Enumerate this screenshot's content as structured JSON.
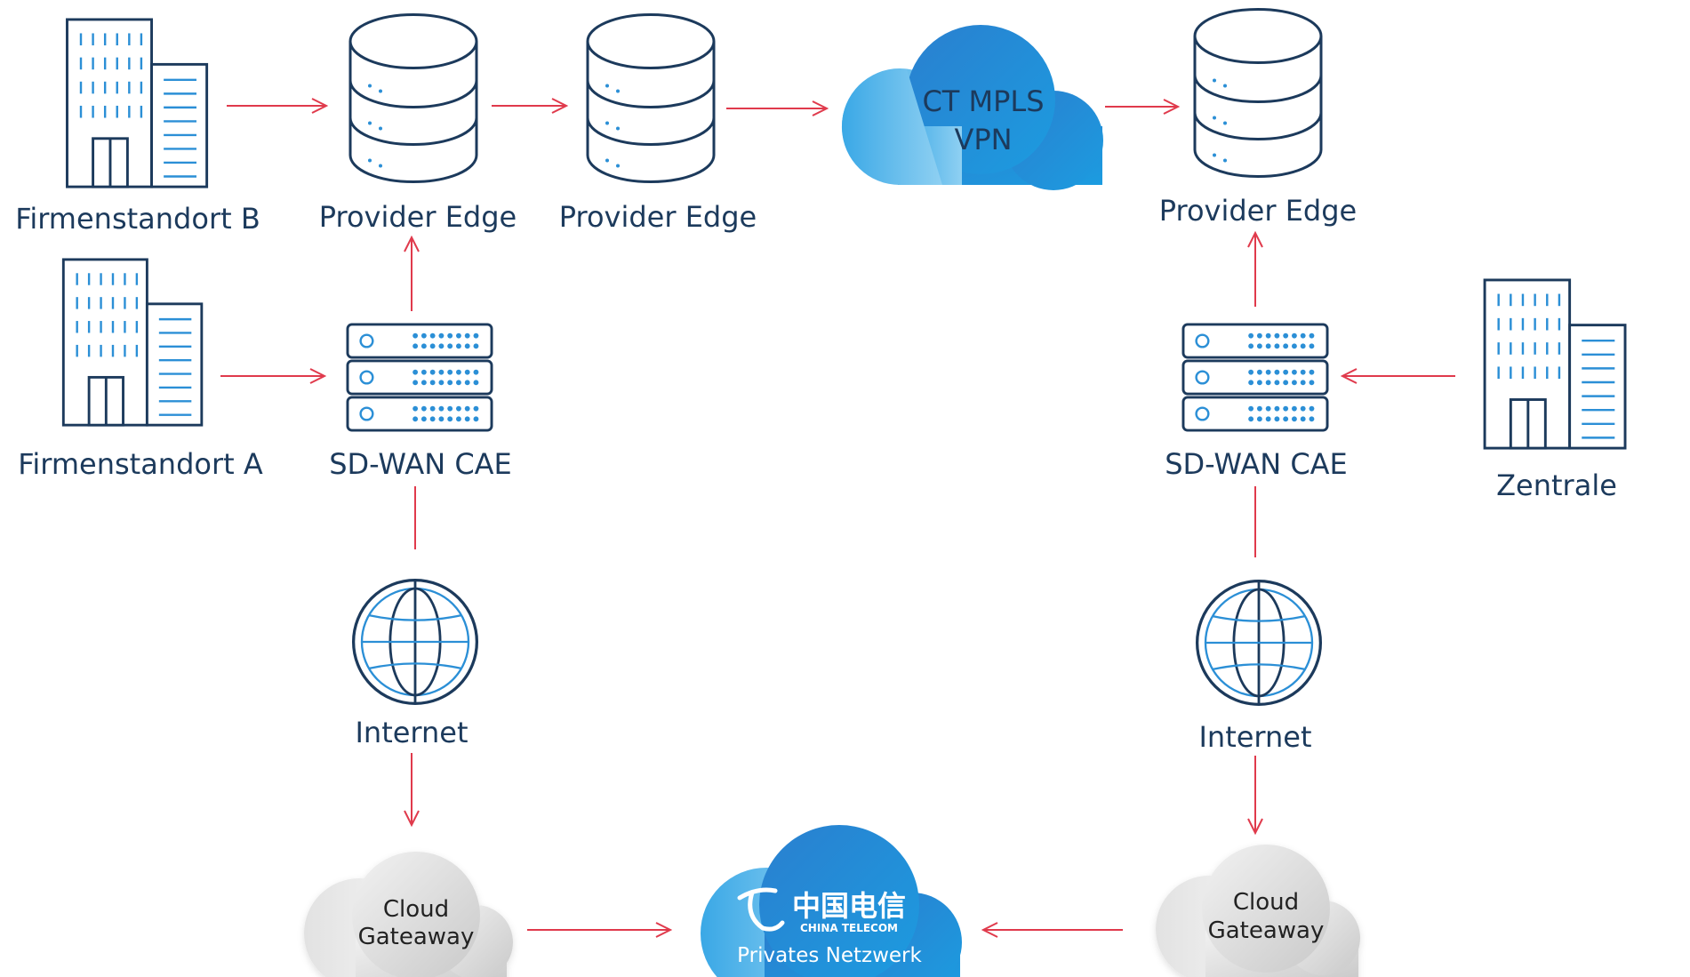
{
  "colors": {
    "navy": "#1c3a5c",
    "accent_blue": "#2b8fd6",
    "arrow_red": "#e03a4c",
    "cloud_grey": "#d4d4d4",
    "cloud_blue": "#1f86d0"
  },
  "nodes": {
    "site_b": "Firmenstandort B",
    "site_a": "Firmenstandort A",
    "pe_1": "Provider Edge",
    "pe_2": "Provider Edge",
    "pe_3": "Provider Edge",
    "mpls_line1": "CT MPLS",
    "mpls_line2": "VPN",
    "sdwan_left": "SD-WAN CAE",
    "sdwan_right": "SD-WAN CAE",
    "hq": "Zentrale",
    "internet_left": "Internet",
    "internet_right": "Internet",
    "gw_left_line1": "Cloud",
    "gw_left_line2": "Gateaway",
    "gw_right_line1": "Cloud",
    "gw_right_line2": "Gateaway",
    "ct_logo_cn": "中国电信",
    "ct_logo_en": "CHINA TELECOM",
    "private_net": "Privates Netzwerk"
  },
  "icons": [
    "building-icon",
    "database-icon",
    "server-rack-icon",
    "globe-icon",
    "cloud-icon",
    "china-telecom-logo"
  ]
}
